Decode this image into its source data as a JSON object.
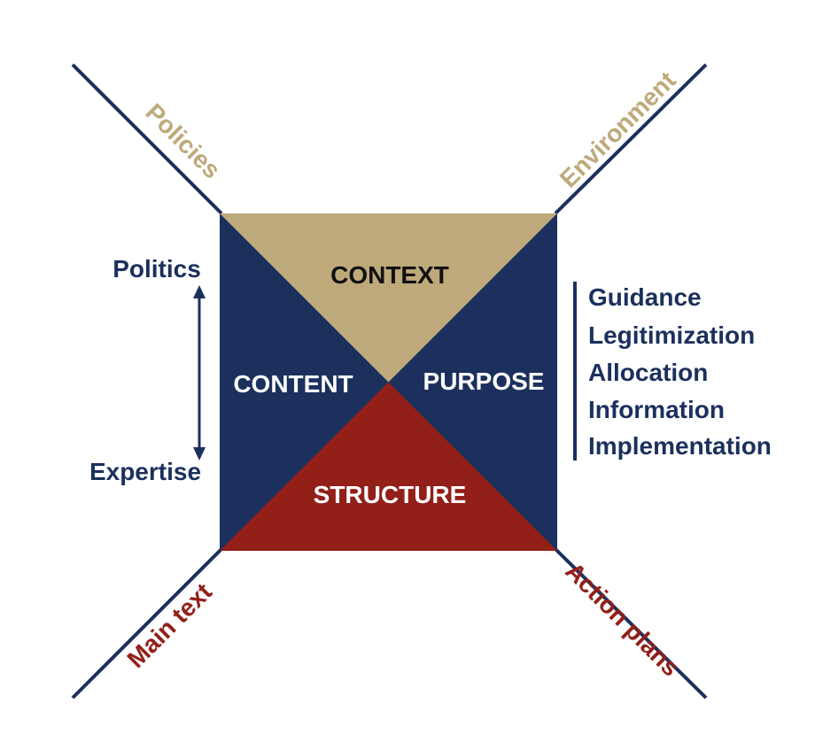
{
  "colors": {
    "navy": "#1B305D",
    "tan": "#BEA97A",
    "red": "#921F18",
    "black": "#111111",
    "white": "#FFFFFF"
  },
  "quadrants": {
    "context": "CONTEXT",
    "content": "CONTENT",
    "purpose": "PURPOSE",
    "structure": "STRUCTURE"
  },
  "diagonals": {
    "top_left": "Policies",
    "top_right": "Environment",
    "bottom_left": "Main text",
    "bottom_right": "Action plans"
  },
  "scale": {
    "top": "Politics",
    "bottom": "Expertise"
  },
  "functions": [
    "Guidance",
    "Legitimization",
    "Allocation",
    "Information",
    "Implementation"
  ]
}
